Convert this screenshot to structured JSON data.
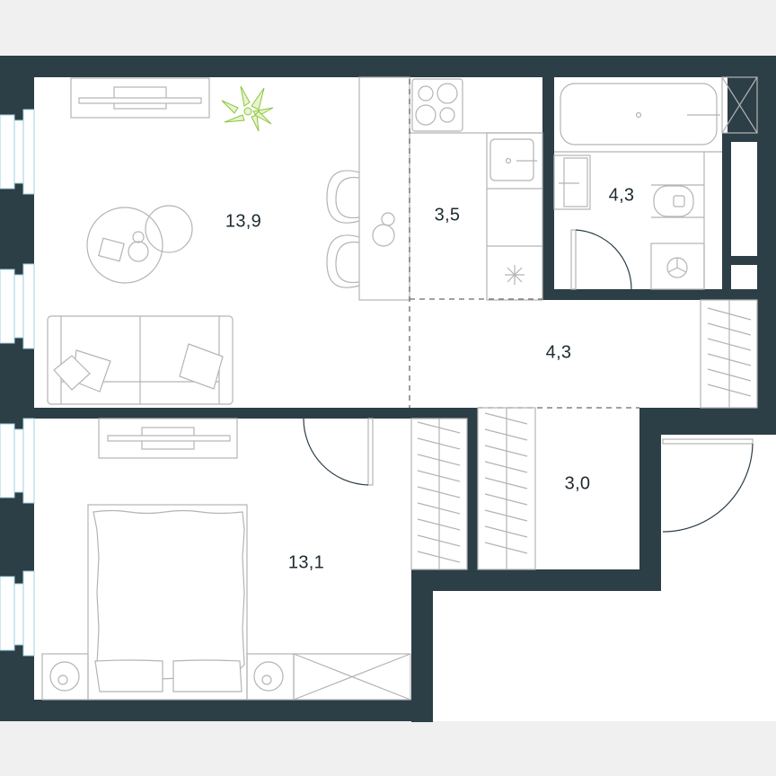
{
  "floor_plan": {
    "colors": {
      "background": "#f0f0f0",
      "wall": "#2c3e46",
      "floor": "#ffffff",
      "furniture_line": "#b4b4b4",
      "plant": "#8cc63f",
      "window_glass": "#9fd0e3"
    },
    "rooms": [
      {
        "id": "living-room",
        "area": "13,9"
      },
      {
        "id": "kitchen",
        "area": "3,5"
      },
      {
        "id": "bathroom",
        "area": "4,3"
      },
      {
        "id": "hallway",
        "area": "4,3"
      },
      {
        "id": "entrance",
        "area": "3,0"
      },
      {
        "id": "bedroom",
        "area": "13,1"
      }
    ]
  }
}
